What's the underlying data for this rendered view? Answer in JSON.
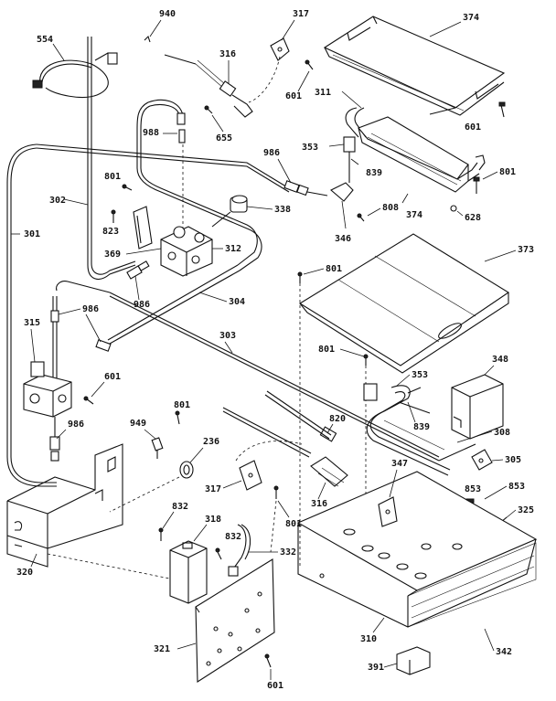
{
  "labels": {
    "l940": "940",
    "l317a": "317",
    "l374a": "374",
    "l554": "554",
    "l316a": "316",
    "l601a": "601",
    "l311": "311",
    "l601b": "601",
    "l988": "988",
    "l655": "655",
    "l353a": "353",
    "l839a": "839",
    "l801a": "801",
    "l986a": "986",
    "l801b": "801",
    "l302": "302",
    "l823": "823",
    "l338": "338",
    "l808": "808",
    "l374b": "374",
    "l628": "628",
    "l301": "301",
    "l369": "369",
    "l312": "312",
    "l346": "346",
    "l373": "373",
    "l986b": "986",
    "l304": "304",
    "l801c": "801",
    "l315": "315",
    "l986c": "986",
    "l303": "303",
    "l801d": "801",
    "l348": "348",
    "l601c": "601",
    "l353b": "353",
    "l801e": "801",
    "l839b": "839",
    "l986d": "986",
    "l949": "949",
    "l820": "820",
    "l308": "308",
    "l236": "236",
    "l305": "305",
    "l347": "347",
    "l317b": "317",
    "l316b": "316",
    "l853": "853",
    "l853b": "853",
    "l832a": "832",
    "l318": "318",
    "l801f": "801",
    "l325": "325",
    "l832b": "832",
    "l332": "332",
    "l320": "320",
    "l321": "321",
    "l310": "310",
    "l342": "342",
    "l391": "391",
    "l601d": "601"
  }
}
